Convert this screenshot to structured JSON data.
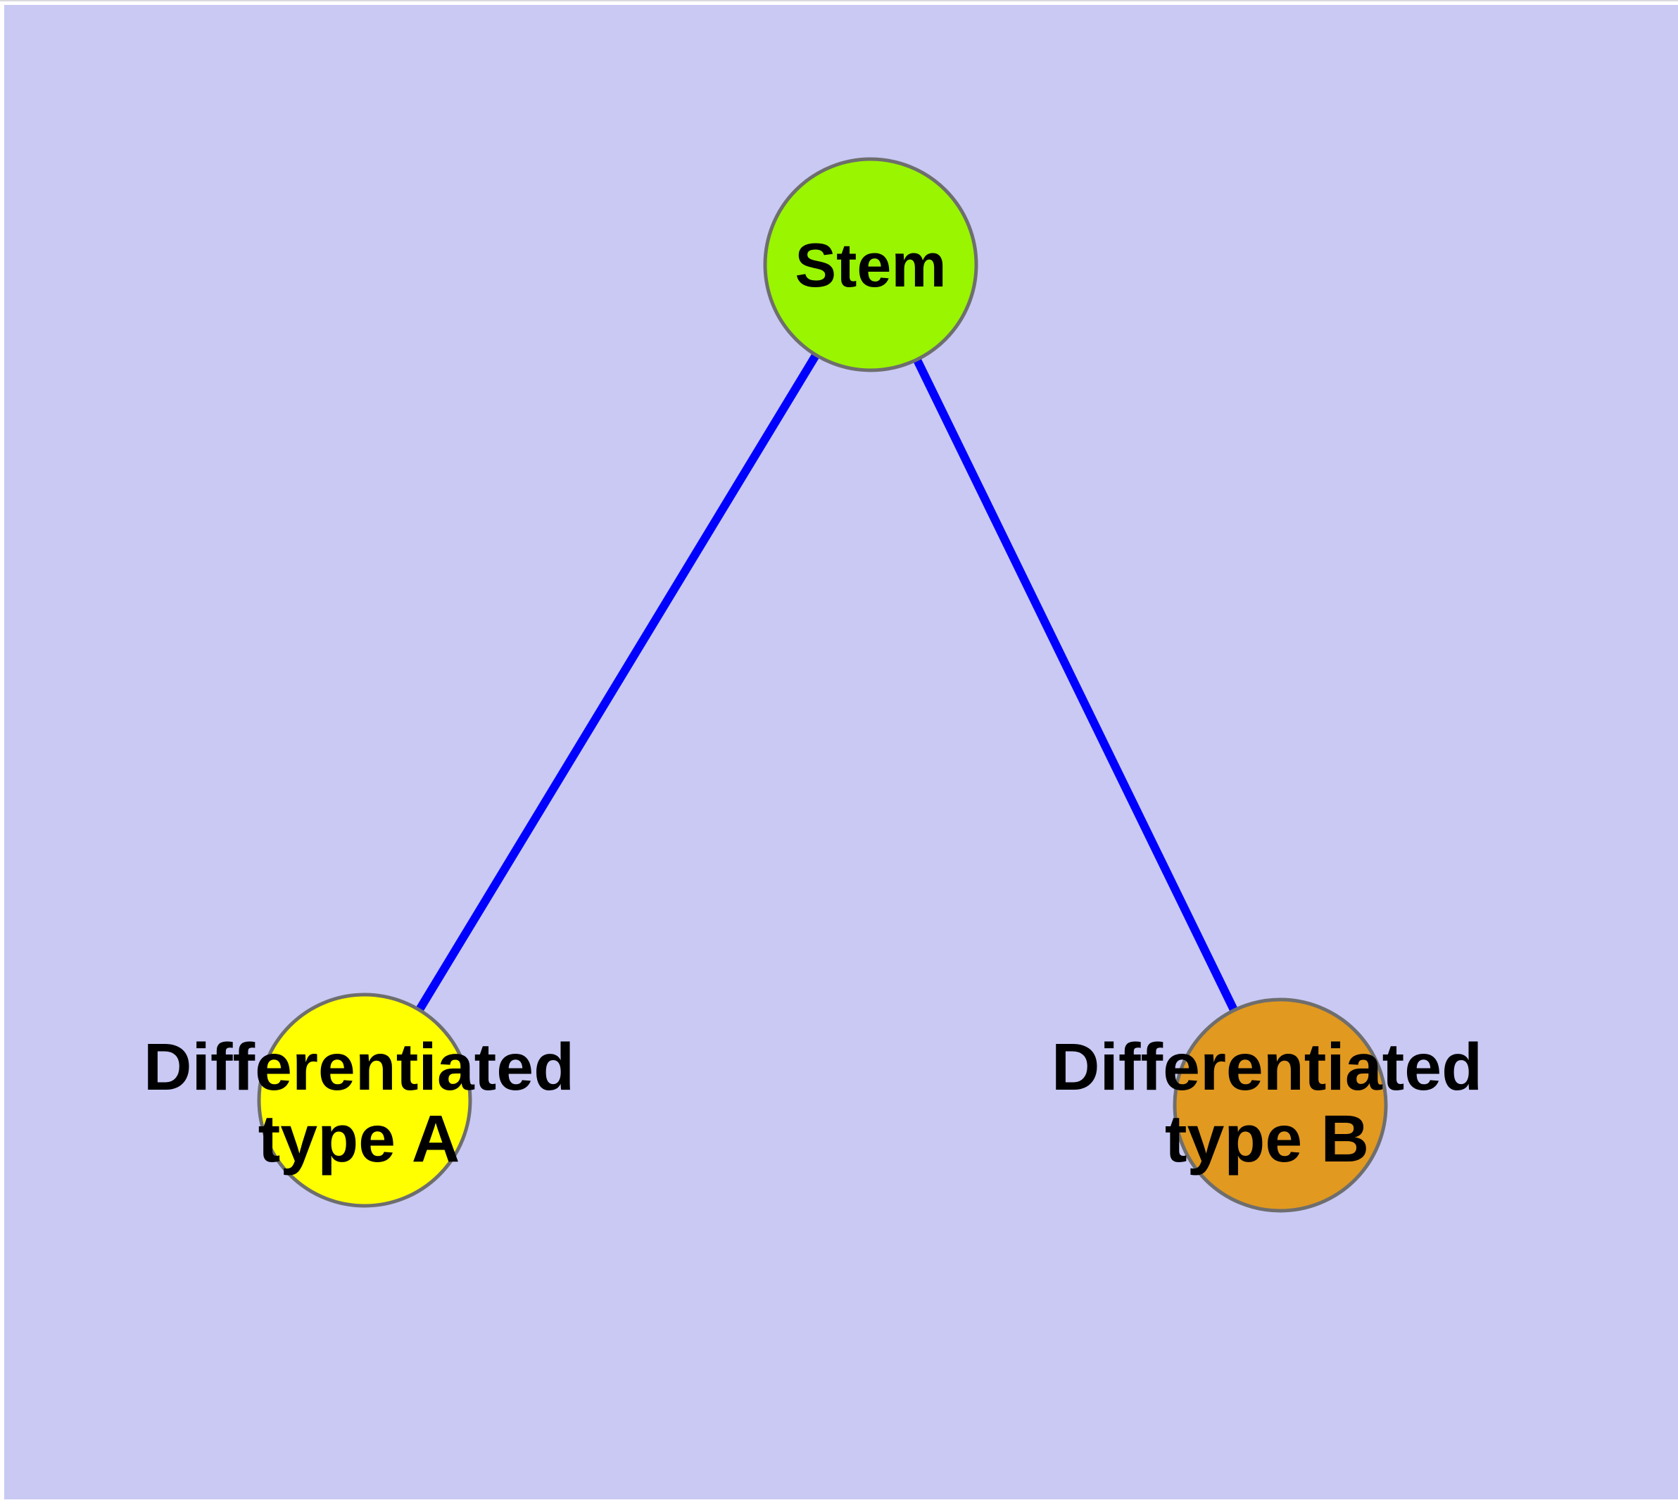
{
  "page": {
    "background": "#FFFFFF",
    "top_hairline_color": "#D9D9DE"
  },
  "canvas": {
    "background": "#C9C9F4"
  },
  "graph": {
    "type": "node-link-diagram",
    "edge_color": "#0000FF",
    "node_border_color": "#6E6E6E",
    "label_color": "#000000",
    "nodes": [
      {
        "id": "stem",
        "label": "Stem",
        "fill": "#99F500"
      },
      {
        "id": "differentiated-type-a",
        "label_line1": "Differentiated",
        "label_line2": "type A",
        "fill": "#FFFF00"
      },
      {
        "id": "differentiated-type-b",
        "label_line1": "Differentiated",
        "label_line2": "type B",
        "fill": "#E2991F"
      }
    ],
    "edges": [
      {
        "from": "stem",
        "to": "differentiated-type-a"
      },
      {
        "from": "stem",
        "to": "differentiated-type-b"
      }
    ]
  }
}
